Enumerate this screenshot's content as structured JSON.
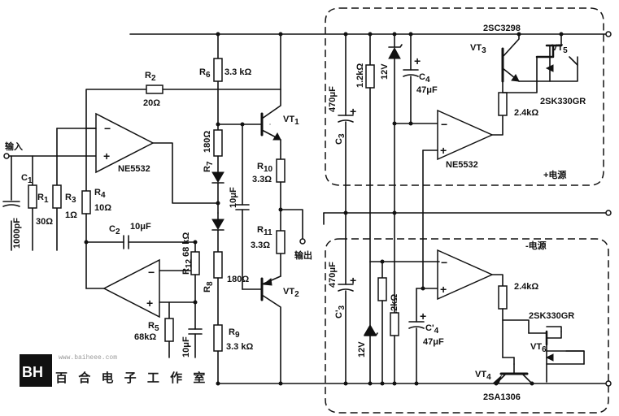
{
  "labels": {
    "input": "输入",
    "output": "输出",
    "pos_supply": "+电源",
    "neg_supply": "-电源",
    "opamp_main": "NE5532",
    "opamp_pos": "NE5532"
  },
  "components": {
    "c1": "C",
    "c1_sub": "1",
    "c1_val": "1000pF",
    "r1": "R",
    "r1_sub": "1",
    "r1_val": "30Ω",
    "r3": "R",
    "r3_sub": "3",
    "r3_val": "1Ω",
    "r4": "R",
    "r4_sub": "4",
    "r4_val": "10Ω",
    "r2": "R",
    "r2_sub": "2",
    "r2_val": "20Ω",
    "c2": "C",
    "c2_sub": "2",
    "c2_val": "10μF",
    "r5": "R",
    "r5_sub": "5",
    "r5_val": "68kΩ",
    "c_r5_val": "10μF",
    "r12": "R",
    "r12_sub": "12",
    "r12_val": "68 kΩ",
    "r6": "R",
    "r6_sub": "6",
    "r6_val": "3.3 kΩ",
    "r7": "R",
    "r7_sub": "7",
    "r7_val": "180Ω",
    "r8": "R",
    "r8_sub": "8",
    "r8_val": "180Ω",
    "r9": "R",
    "r9_sub": "9",
    "r9_val": "3.3 kΩ",
    "c_mid_val": "10μF",
    "r10": "R",
    "r10_sub": "10",
    "r10_val": "3.3Ω",
    "r11": "R",
    "r11_sub": "11",
    "r11_val": "3.3Ω",
    "vt1": "VT",
    "vt1_sub": "1",
    "vt2": "VT",
    "vt2_sub": "2",
    "c3": "C",
    "c3_sub": "3",
    "c3_val": "470μF",
    "r_pos_1k2": "1.2kΩ",
    "z_pos": "12V",
    "c4": "C",
    "c4_sub": "4",
    "c4_val": "47μF",
    "vt3": "VT",
    "vt3_sub": "3",
    "vt3_part": "2SC3298",
    "vt5": "VT",
    "vt5_sub": "5",
    "vt5_part": "2SK330GR",
    "r_pos_2k4": "2.4kΩ",
    "c3p": "C'",
    "c3p_sub": "3",
    "c3p_val": "470μF",
    "r_neg_1k2": "1.2kΩ",
    "z_neg": "12V",
    "c4p": "C'",
    "c4p_sub": "4",
    "c4p_val": "47μF",
    "r_neg_2k4": "2.4kΩ",
    "vt6_part": "2SK330GR",
    "vt6": "VT",
    "vt6_sub": "6",
    "vt4": "VT",
    "vt4_sub": "4",
    "vt4_part": "2SA1306"
  },
  "watermark": {
    "logo": "BH",
    "url": "www.baiheee.com",
    "name": "百 合 电 子 工 作 室"
  }
}
